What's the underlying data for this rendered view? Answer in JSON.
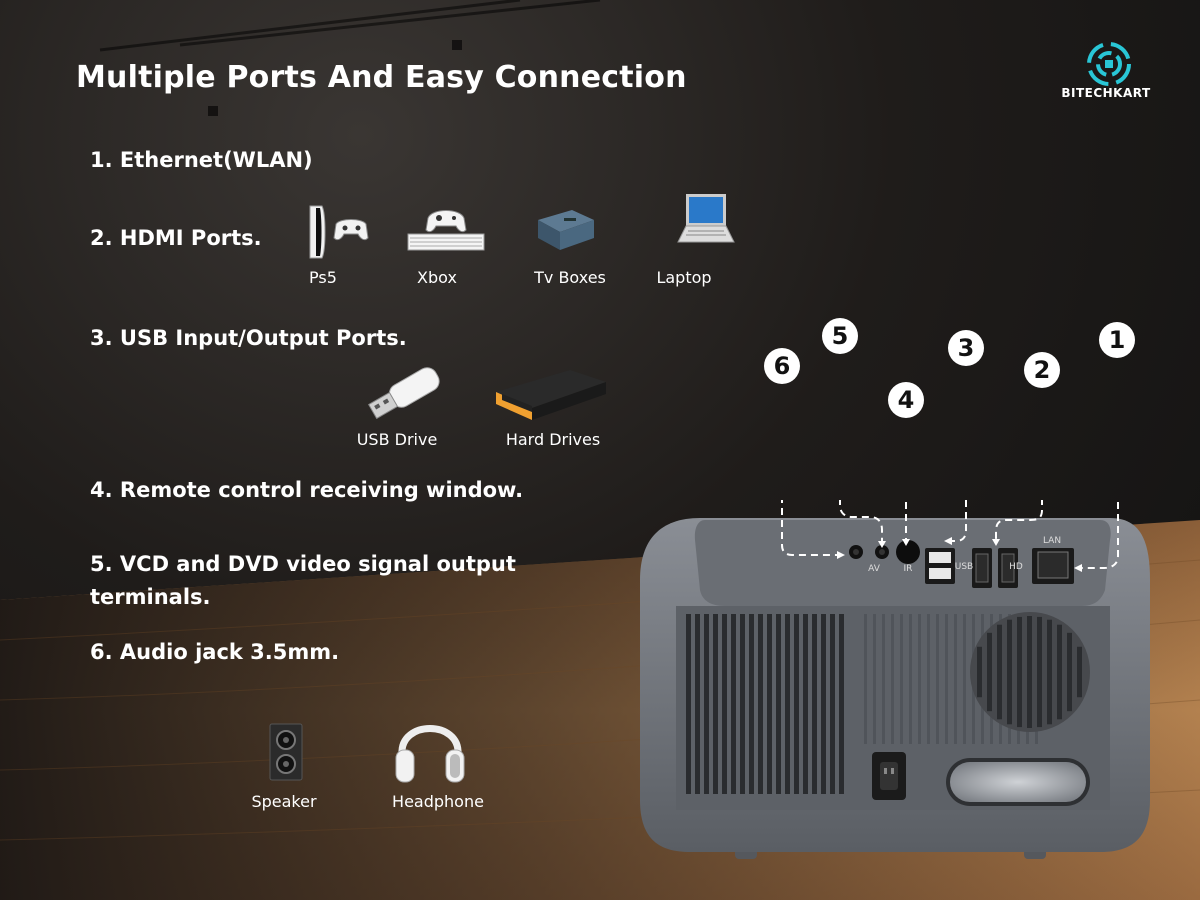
{
  "title": "Multiple Ports And Easy Connection",
  "brand": {
    "name": "BITECHKART",
    "logo_icon": "brand-logo-icon"
  },
  "features": [
    "1. Ethernet(WLAN)",
    "2. HDMI Ports.",
    "3. USB Input/Output Ports.",
    "4. Remote control receiving window.",
    "5. VCD and DVD video signal output terminals.",
    "6. Audio jack 3.5mm."
  ],
  "hdmi_devices": [
    {
      "label": "Ps5",
      "icon": "ps5-console-icon"
    },
    {
      "label": "Xbox",
      "icon": "xbox-console-icon"
    },
    {
      "label": "Tv Boxes",
      "icon": "tv-box-icon"
    },
    {
      "label": "Laptop",
      "icon": "laptop-icon"
    }
  ],
  "usb_devices": [
    {
      "label": "USB Drive",
      "icon": "usb-drive-icon"
    },
    {
      "label": "Hard Drives",
      "icon": "hard-drive-icon"
    }
  ],
  "audio_devices": [
    {
      "label": "Speaker",
      "icon": "speaker-icon"
    },
    {
      "label": "Headphone",
      "icon": "headphone-icon"
    }
  ],
  "port_callouts": [
    "1",
    "2",
    "3",
    "4",
    "5",
    "6"
  ],
  "port_labels": {
    "usb": "USB",
    "hdmi": "HD",
    "lan": "LAN",
    "av": "AV",
    "ir": "IR"
  },
  "colors": {
    "background": "#1c1a18",
    "floor": "#a8774a",
    "projector": "#6f737a",
    "text": "#ffffff",
    "brand_accent": "#29c6d6",
    "hard_drive_accent": "#f0a030"
  }
}
